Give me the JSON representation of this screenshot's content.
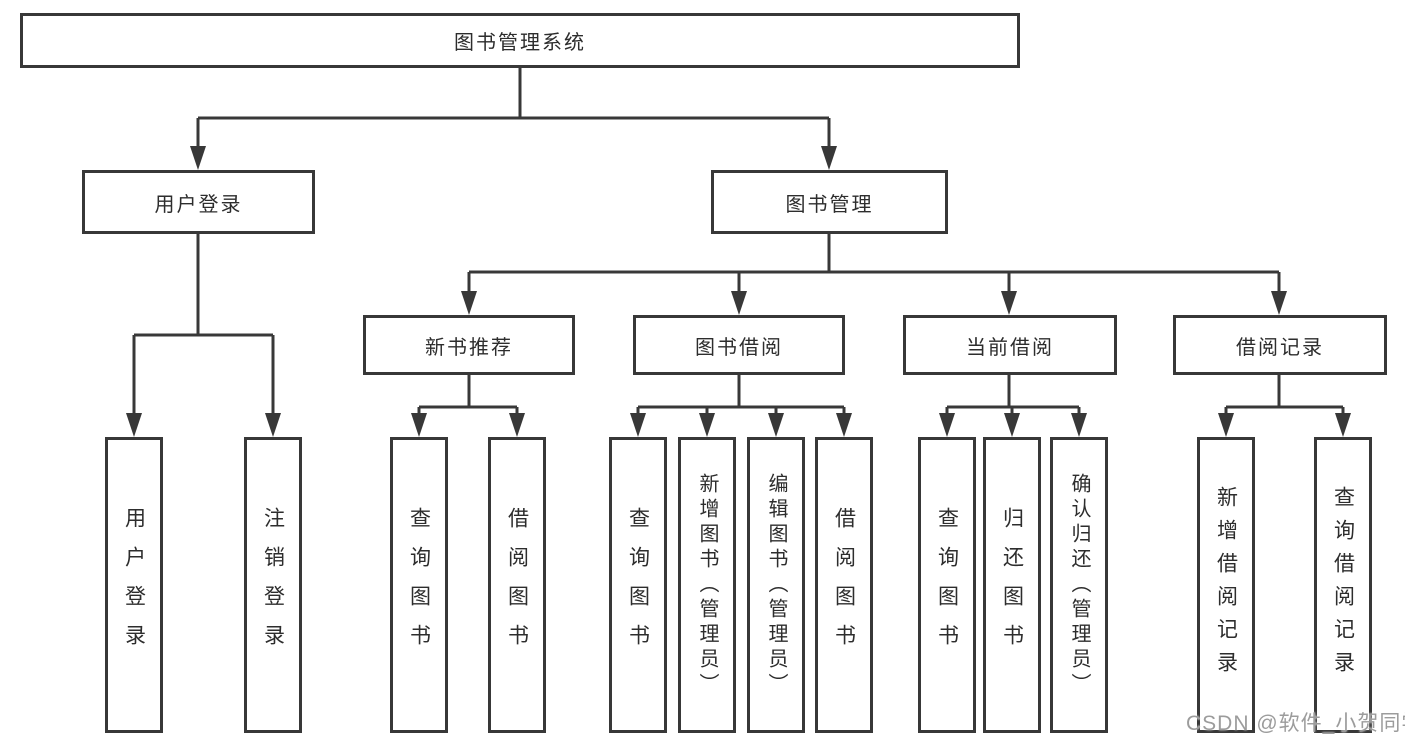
{
  "diagram": {
    "root": {
      "label": "图书管理系统"
    },
    "branches": {
      "user_login": {
        "label": "用户登录",
        "children": {
          "login": "用户登录",
          "logout": "注销登录"
        }
      },
      "book_mgmt": {
        "label": "图书管理",
        "sections": {
          "new_books": {
            "label": "新书推荐",
            "children": {
              "query": "查询图书",
              "borrow": "借阅图书"
            }
          },
          "book_borrow": {
            "label": "图书借阅",
            "children": {
              "query": "查询图书",
              "add": "新增图书（管理员）",
              "edit": "编辑图书（管理员）",
              "borrow": "借阅图书"
            }
          },
          "current_borrow": {
            "label": "当前借阅",
            "children": {
              "query": "查询图书",
              "return_book": "归还图书",
              "confirm": "确认归还（管理员）"
            }
          },
          "borrow_records": {
            "label": "借阅记录",
            "children": {
              "add": "新增借阅记录",
              "query": "查询借阅记录"
            }
          }
        }
      }
    }
  },
  "watermark": {
    "text": "CSDN @软件_小贺同学"
  },
  "colors": {
    "line": "#383838",
    "text": "#2d2d2d",
    "watermark": "#9c9c9c",
    "background": "#ffffff"
  }
}
